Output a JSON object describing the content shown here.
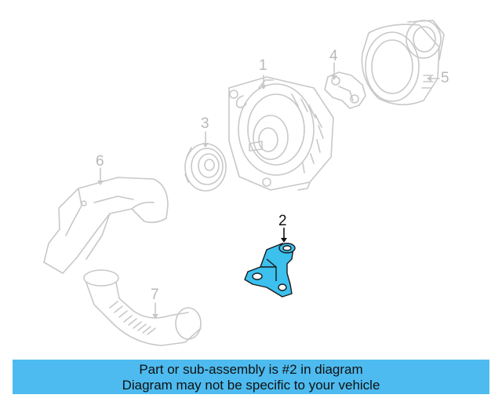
{
  "callouts": {
    "c1": "1",
    "c2": "2",
    "c3": "3",
    "c4": "4",
    "c5": "5",
    "c6": "6",
    "c7": "7"
  },
  "highlight_color": "#4dbbef",
  "part_color": "#3cc0ee",
  "line_color": "#c8c8c8",
  "banner": {
    "line1": "Part or sub-assembly is #2 in diagram",
    "line2": "Diagram may not be specific to your vehicle"
  }
}
